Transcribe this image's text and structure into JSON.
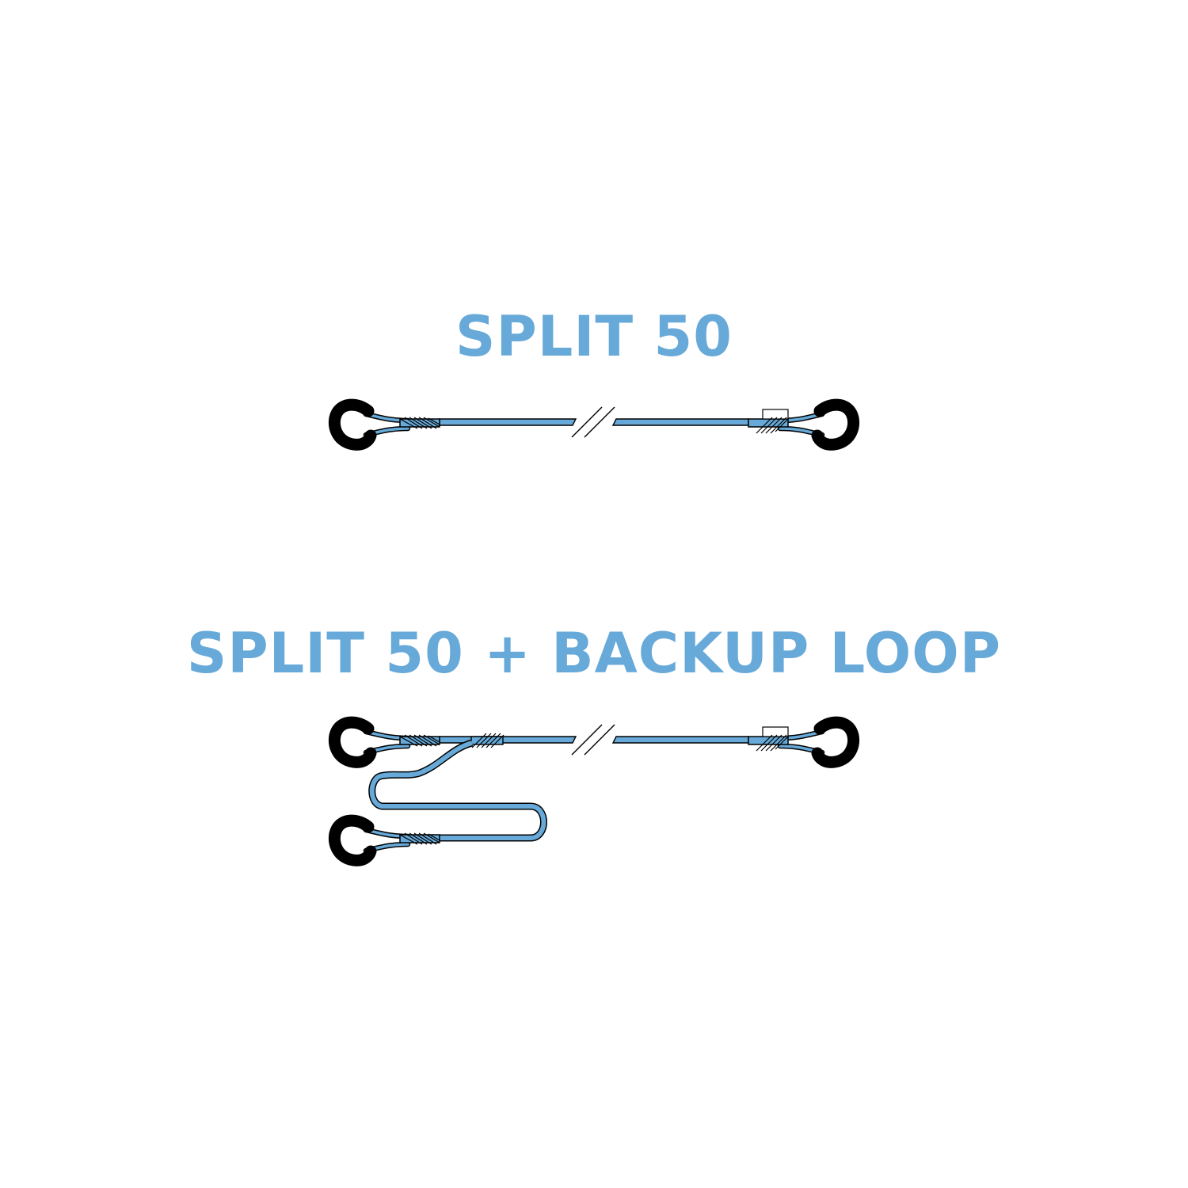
{
  "colors": {
    "title": "#67a9d8",
    "line_fill": "#67a9d8",
    "outline": "#000000",
    "thimble": "#000000",
    "background": "#ffffff"
  },
  "sections": [
    {
      "title": "SPLIT 50",
      "variant": "split-50"
    },
    {
      "title": "SPLIT 50 + BACKUP LOOP",
      "variant": "split-50-backup-loop"
    }
  ]
}
